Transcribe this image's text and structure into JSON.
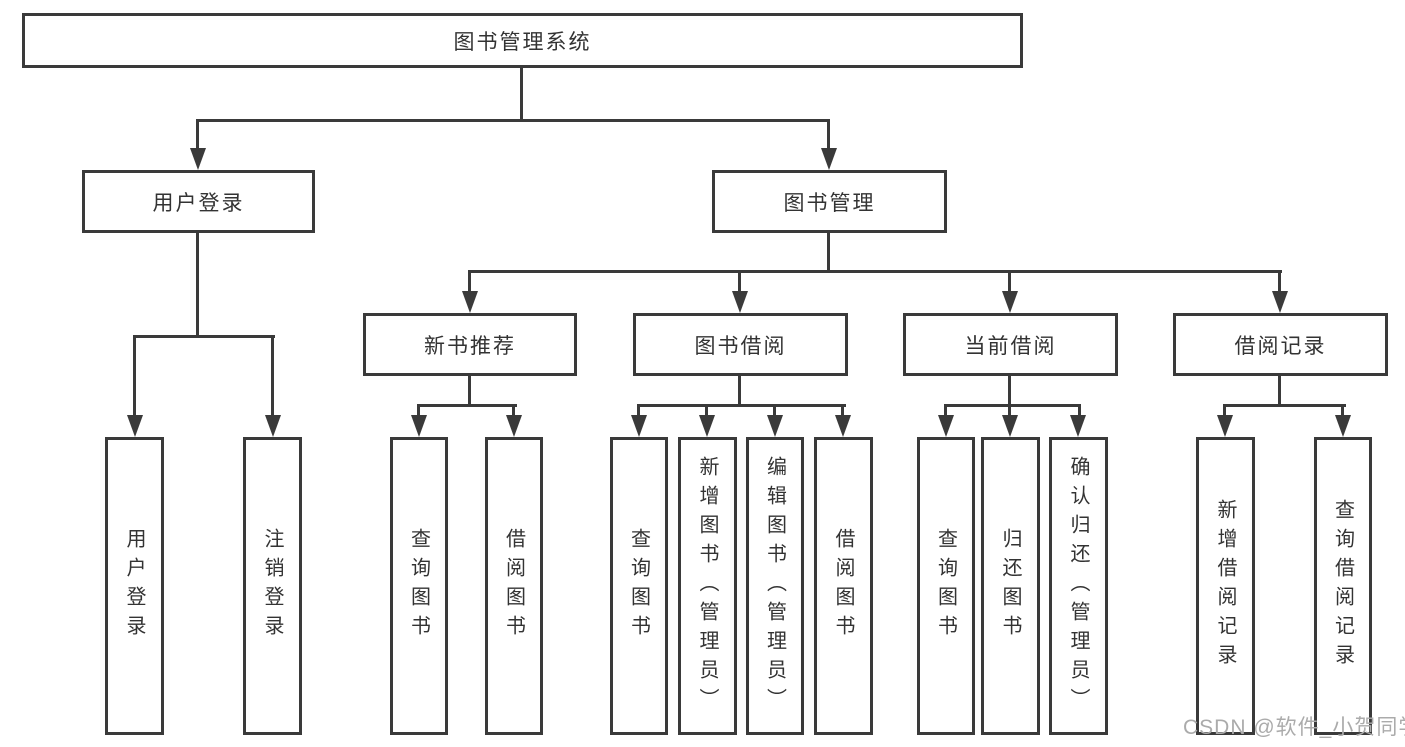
{
  "nodes": {
    "root": "图书管理系统",
    "user_login": "用户登录",
    "book_management": "图书管理",
    "new_book_recommend": "新书推荐",
    "book_borrowing": "图书借阅",
    "current_borrowing": "当前借阅",
    "borrowing_records": "借阅记录"
  },
  "leaves": {
    "user_login": "用户登录",
    "logout": "注销登录",
    "recommend_query_books": "查询图书",
    "recommend_borrow_books": "借阅图书",
    "borrowing_query_books": "查询图书",
    "borrowing_add_books": "新增图书（管理员）",
    "borrowing_edit_books": "编辑图书（管理员）",
    "borrowing_borrow_books": "借阅图书",
    "current_query_books": "查询图书",
    "current_return_books": "归还图书",
    "current_confirm_return": "确认归还（管理员）",
    "records_add": "新增借阅记录",
    "records_query": "查询借阅记录"
  },
  "watermark": "CSDN @软件_小贺同学",
  "colors": {
    "line": "#3a3a3a",
    "text": "#333333",
    "watermark": "#ababab",
    "background": "#ffffff"
  }
}
